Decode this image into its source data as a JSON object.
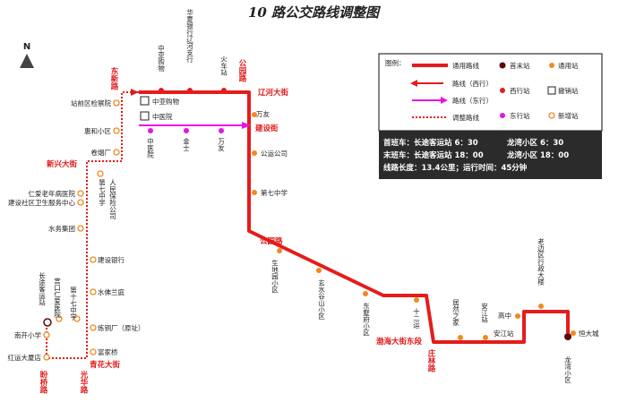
{
  "title": "10 路公交路线调整图",
  "north_label": "N",
  "colors": {
    "route_red": "#e51c1c",
    "east_magenta": "#e812e8",
    "stop_orange": "#f08a1e",
    "terminal_darkred": "#5a0a0a",
    "info_bg": "#2b2b2b"
  },
  "legend": {
    "heading": "图例：",
    "common_route": "通用路线",
    "west_route": "路线（西行）",
    "east_route": "路线（东行）",
    "adjust_route": "调整路线",
    "first_stop": "首末站",
    "common_stop": "通用站",
    "west_stop": "西行站",
    "removed_stop": "撤销站",
    "east_stop": "东行站",
    "new_stop": "新增站"
  },
  "info": {
    "line1_a": "首班车：长途客运站  6：30",
    "line1_b": "龙湾小区  6：30",
    "line2_a": "末班车：长途客运站 18：00",
    "line2_b": "龙湾小区 18：00",
    "line3": "线路长度：13.4公里；运行时间：45分钟"
  },
  "roads": {
    "dongxin": "东新路",
    "gongyuan": "公园路",
    "liaohe": "辽河大街",
    "jianshe": "建设街",
    "gongyuanlu_diag": "公园路",
    "xinxing": "新兴大街",
    "bohai": "渤海大街东段",
    "zhuanglin": "庄林路",
    "qinghua": "青花大街",
    "yuqiao": "盼桥路",
    "guanghua": "光华路"
  },
  "stops": {
    "changtu": "长途客运站",
    "zhongyuan_h": "中亚购物",
    "zhongyiyuan_h": "中医院",
    "zhongyuan_v": "中亚购物",
    "huaxia": "华夏银行辽河支行",
    "huoche": "火车站",
    "wanyou_top": "万友",
    "zhongyiyuan_v": "中医院",
    "jinshi": "金士",
    "wanyou_v": "万友",
    "zhanqian": "站前区检察院",
    "huihe": "惠和小区",
    "juanyan": "卷烟厂",
    "renmin": "人民保险公司",
    "diqi": "第七中学",
    "renai": "仁爱老年病医院",
    "jianshequ": "建设社区卫生服务中心",
    "shuiwu": "水务集团",
    "jianshe_bank": "建设银行",
    "shuisha": "水佛兰庭",
    "liantong": "炼铜厂（原址）",
    "gongyun": "公运公司",
    "di7": "第七中学",
    "sheng": "生地园小区",
    "xuanshui": "玄水谷山小区",
    "dongshu": "东墅府小区",
    "shier": "十二运",
    "jujin": "居然之家",
    "anjiang": "安江站",
    "anjiang_e": "安江站",
    "gaozhong": "高中",
    "laobian": "老边区行政大楼",
    "hengda": "恒大城",
    "longwan": "龙湾小区",
    "nankai": "南开小学",
    "hongyun": "红运大厦店",
    "fujia": "富家桥",
    "gongkou": "宫口仁爱医院",
    "di17": "第十七中学"
  }
}
